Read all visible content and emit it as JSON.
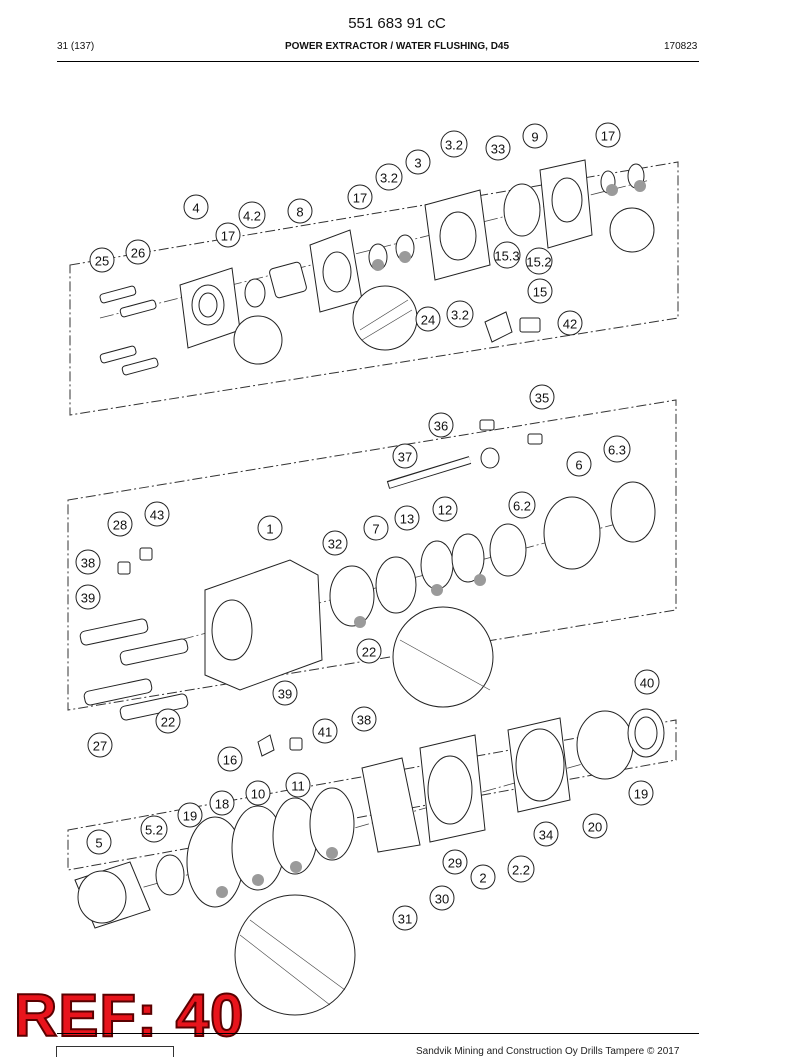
{
  "header": {
    "doc_number": "551 683 91 cC",
    "page": "31 (137)",
    "title": "POWER EXTRACTOR / WATER FLUSHING, D45",
    "date_code": "170823"
  },
  "callouts": [
    {
      "label": "3.2",
      "id": "c01"
    },
    {
      "label": "33",
      "id": "c02"
    },
    {
      "label": "9",
      "id": "c03"
    },
    {
      "label": "17",
      "id": "c04"
    },
    {
      "label": "3",
      "id": "c05"
    },
    {
      "label": "3.2",
      "id": "c06"
    },
    {
      "label": "17",
      "id": "c07"
    },
    {
      "label": "4",
      "id": "c08"
    },
    {
      "label": "4.2",
      "id": "c09"
    },
    {
      "label": "8",
      "id": "c10"
    },
    {
      "label": "17",
      "id": "c11"
    },
    {
      "label": "26",
      "id": "c12"
    },
    {
      "label": "25",
      "id": "c13"
    },
    {
      "label": "15.3",
      "id": "c14"
    },
    {
      "label": "15.2",
      "id": "c15"
    },
    {
      "label": "15",
      "id": "c16"
    },
    {
      "label": "24",
      "id": "c17"
    },
    {
      "label": "3.2",
      "id": "c18"
    },
    {
      "label": "42",
      "id": "c19"
    },
    {
      "label": "35",
      "id": "c20"
    },
    {
      "label": "36",
      "id": "c21"
    },
    {
      "label": "6.3",
      "id": "c22"
    },
    {
      "label": "37",
      "id": "c23"
    },
    {
      "label": "6",
      "id": "c24"
    },
    {
      "label": "6.2",
      "id": "c25"
    },
    {
      "label": "43",
      "id": "c26"
    },
    {
      "label": "12",
      "id": "c27"
    },
    {
      "label": "28",
      "id": "c28"
    },
    {
      "label": "13",
      "id": "c29"
    },
    {
      "label": "1",
      "id": "c30"
    },
    {
      "label": "7",
      "id": "c31"
    },
    {
      "label": "32",
      "id": "c32"
    },
    {
      "label": "38",
      "id": "c33"
    },
    {
      "label": "39",
      "id": "c34"
    },
    {
      "label": "22",
      "id": "c35"
    },
    {
      "label": "40",
      "id": "c36"
    },
    {
      "label": "39",
      "id": "c37"
    },
    {
      "label": "38",
      "id": "c38"
    },
    {
      "label": "22",
      "id": "c39"
    },
    {
      "label": "41",
      "id": "c40"
    },
    {
      "label": "27",
      "id": "c41"
    },
    {
      "label": "16",
      "id": "c42"
    },
    {
      "label": "11",
      "id": "c43"
    },
    {
      "label": "10",
      "id": "c44"
    },
    {
      "label": "18",
      "id": "c45"
    },
    {
      "label": "19",
      "id": "c46"
    },
    {
      "label": "19",
      "id": "c47"
    },
    {
      "label": "20",
      "id": "c48"
    },
    {
      "label": "5.2",
      "id": "c49"
    },
    {
      "label": "34",
      "id": "c50"
    },
    {
      "label": "5",
      "id": "c51"
    },
    {
      "label": "29",
      "id": "c52"
    },
    {
      "label": "2.2",
      "id": "c53"
    },
    {
      "label": "2",
      "id": "c54"
    },
    {
      "label": "30",
      "id": "c55"
    },
    {
      "label": "31",
      "id": "c56"
    }
  ],
  "ref_stamp": "REF: 40",
  "footer": {
    "copyright": "Sandvik Mining and Construction Oy Drills Tampere © 2017"
  },
  "colors": {
    "stamp_red": "#e8141c",
    "line": "#222222",
    "seal_fill": "#9a9a9a"
  }
}
